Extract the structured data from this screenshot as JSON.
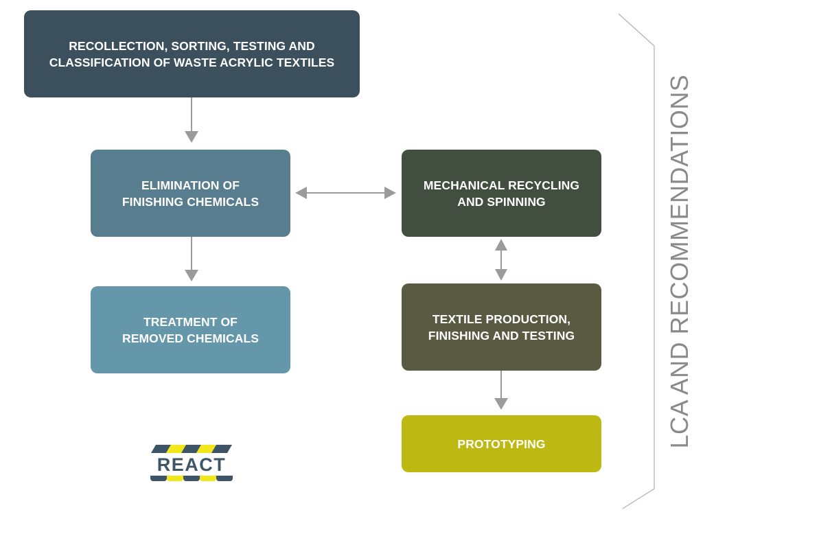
{
  "colors": {
    "recollection": "#3b4f5c",
    "elimination": "#587d8f",
    "treatment": "#6597ab",
    "mechanical": "#424f40",
    "textile": "#5a5a42",
    "prototyping": "#bdb812",
    "arrow": "#9b9b9b",
    "bracket": "#b3b3b3",
    "side_label": "#8a8a8a",
    "logo_slate": "#3d5566",
    "logo_yellow": "#f1e81c"
  },
  "boxes": {
    "recollection": {
      "line1": "RECOLLECTION, SORTING, TESTING AND",
      "line2": "CLASSIFICATION OF WASTE ACRYLIC TEXTILES"
    },
    "elimination": {
      "line1": "ELIMINATION OF",
      "line2": "FINISHING CHEMICALS"
    },
    "treatment": {
      "line1": "TREATMENT OF",
      "line2": "REMOVED CHEMICALS"
    },
    "mechanical": {
      "line1": "MECHANICAL RECYCLING",
      "line2": "AND SPINNING"
    },
    "textile": {
      "line1": "TEXTILE PRODUCTION,",
      "line2": "FINISHING AND TESTING"
    },
    "prototyping": {
      "line1": "PROTOTYPING"
    }
  },
  "side_label": "LCA AND RECOMMENDATIONS",
  "logo": {
    "text": "REACT"
  }
}
